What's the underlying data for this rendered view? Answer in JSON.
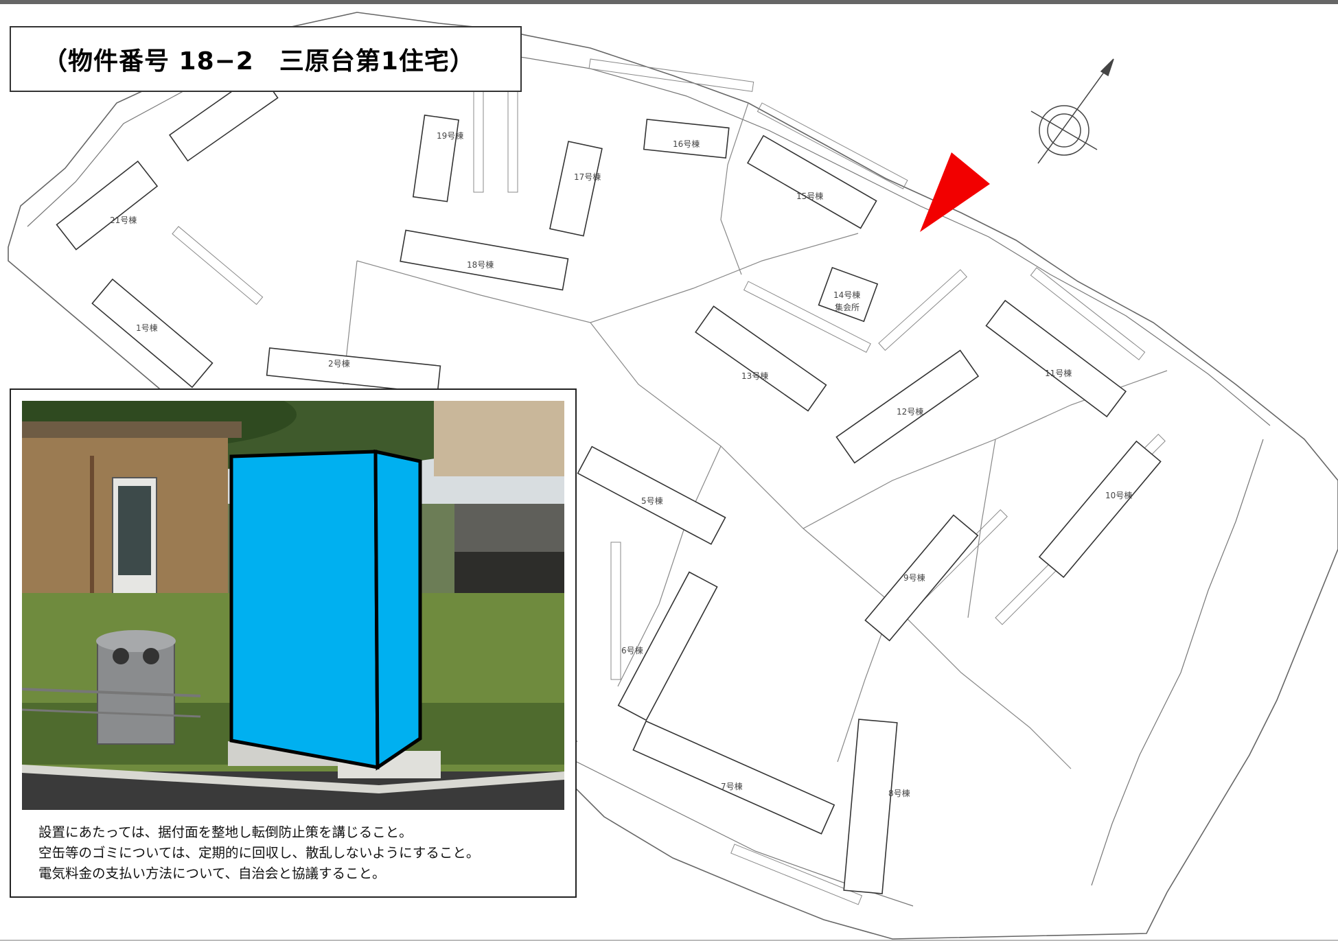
{
  "title": "（物件番号 18−2　三原台第1住宅）",
  "notes": [
    "設置にあたっては、据付面を整地し転倒防止策を講じること。",
    "空缶等のゴミについては、定期的に回収し、散乱しないようにすること。",
    "電気料金の支払い方法について、自治会と協議すること。"
  ],
  "buildings": {
    "b1": "1号棟",
    "b2": "2号棟",
    "b5": "5号棟",
    "b6": "6号棟",
    "b7": "7号棟",
    "b8": "8号棟",
    "b9": "9号棟",
    "b10": "10号棟",
    "b11": "11号棟",
    "b12": "12号棟",
    "b13": "13号棟",
    "b14": "14号棟",
    "b14_sub": "集会所",
    "b15": "15号棟",
    "b16": "16号棟",
    "b17": "17号棟",
    "b18": "18号棟",
    "b19": "19号棟",
    "b21": "21号棟"
  },
  "colors": {
    "marker": "#f20000",
    "machine": "#00b0f0",
    "map_line": "#555555"
  },
  "icons": {
    "location_marker": "red-triangle-marker",
    "north": "north-arrow-compass"
  }
}
